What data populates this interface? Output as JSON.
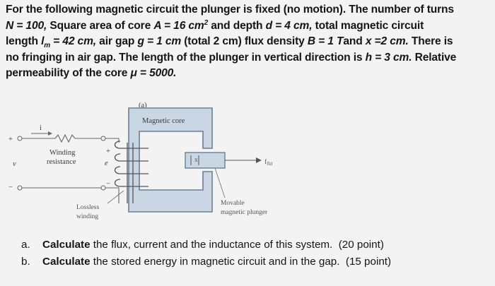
{
  "problem": {
    "line1": "For the following magnetic circuit the plunger is fixed (no motion). The number of turns",
    "n_label": "N = 100,",
    "area_prefix": " Square area of core ",
    "area_value": "A = 16 cm",
    "area_exp": "2",
    "depth_prefix": " and depth ",
    "depth_value": "d = 4 cm,",
    "line2_end": " total magnetic circuit",
    "length_prefix": "length ",
    "length_sym": "l",
    "length_sub": "m",
    "length_value": " = 42 cm,",
    "gap_prefix": " air gap ",
    "gap_value": "g = 1 cm",
    "gap_rest": " (total 2 cm) flux density ",
    "b_value": "B = 1 T",
    "and_x": "and ",
    "x_value": "x =2 cm.",
    "line3_end": " There is",
    "line4_a": "no fringing in air gap. The length of the plunger in vertical direction is ",
    "h_value": "h = 3 cm.",
    "line4_b": " Relative",
    "line5_a": "permeability of the core ",
    "mu_value": "μ = 5000."
  },
  "figure": {
    "panel_label": "(a)",
    "core_label": "Magnetic core",
    "winding_resistance_line1": "Winding",
    "winding_resistance_line2": "resistance",
    "current_label": "i",
    "voltage_label": "v",
    "emf_label": "e",
    "plus_left": "+",
    "minus_left": "−",
    "plus_right": "+",
    "minus_right": "−",
    "lossless_line1": "Lossless",
    "lossless_line2": "winding",
    "plunger_line1": "Movable",
    "plunger_line2": "magnetic plunger",
    "force_label": "f",
    "force_sub": "fld",
    "x_label": "x"
  },
  "questions": [
    {
      "label": "a.",
      "verb": "Calculate",
      "text": " the flux, current and the inductance of this system.",
      "points": "(20 point)"
    },
    {
      "label": "b.",
      "verb": "Calculate",
      "text": " the stored energy in magnetic circuit and in the gap.",
      "points": "(15 point)"
    }
  ],
  "colors": {
    "core_fill": "#c9d7e4",
    "core_stroke": "#6b7f92",
    "text": "#151515"
  }
}
